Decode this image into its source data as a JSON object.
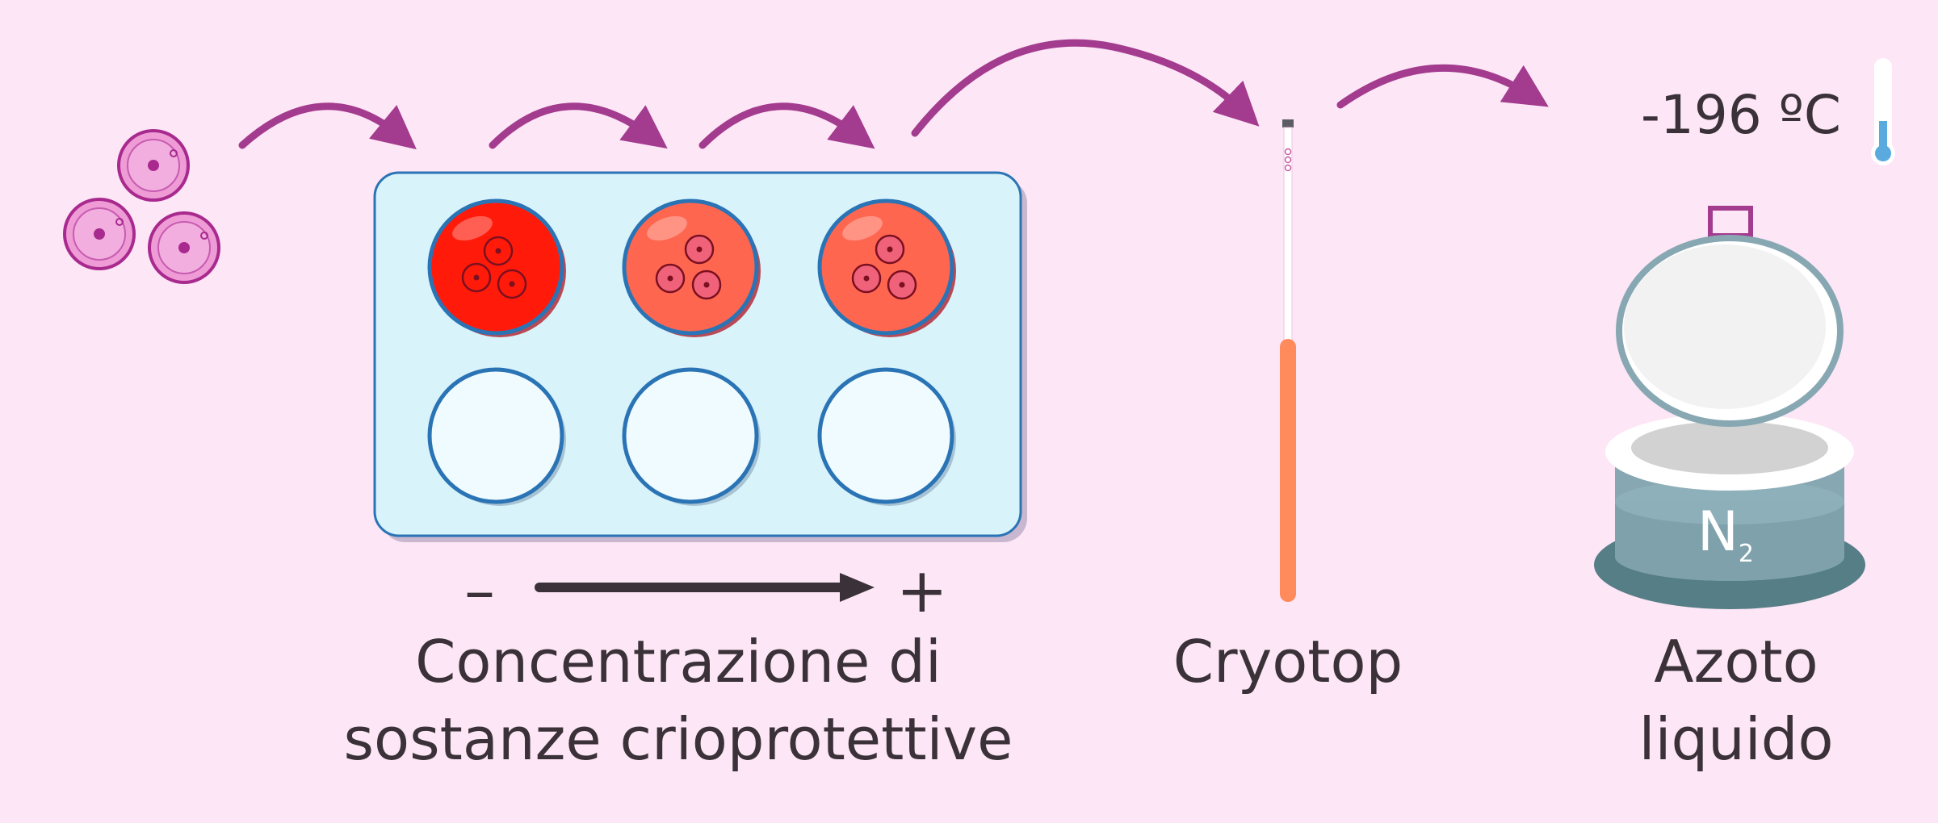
{
  "labels": {
    "concentration_line1": "Concentrazione di",
    "concentration_line2": "sostanze crioprotettive",
    "cryotop": "Cryotop",
    "azoto_line1": "Azoto",
    "azoto_line2": "liquido",
    "temperature": "-196 ºC",
    "minus": "–",
    "plus": "+",
    "n2_symbol": "N",
    "n2_subscript": "2"
  },
  "colors": {
    "background": "#fde6f6",
    "arrow": "#a33b8e",
    "oocyte_fill": "#ef9bd6",
    "oocyte_nucleus": "#a82a8e",
    "plate_fill": "#d9f3fb",
    "plate_stroke": "#2a74b5",
    "well_high": "#ff1a0a",
    "well_mid": "#ff6650",
    "well_empty": "#f0fbff",
    "cryotop_orange": "#ff8a5c",
    "dewar_body": "#87a8b2",
    "dewar_base": "#567e86",
    "thermometer": "#5aaadd"
  },
  "icons": [
    "oocyte-cluster-icon",
    "curved-arrow-icon",
    "well-plate-icon",
    "cryotop-straw-icon",
    "thermometer-icon",
    "nitrogen-dewar-icon"
  ]
}
